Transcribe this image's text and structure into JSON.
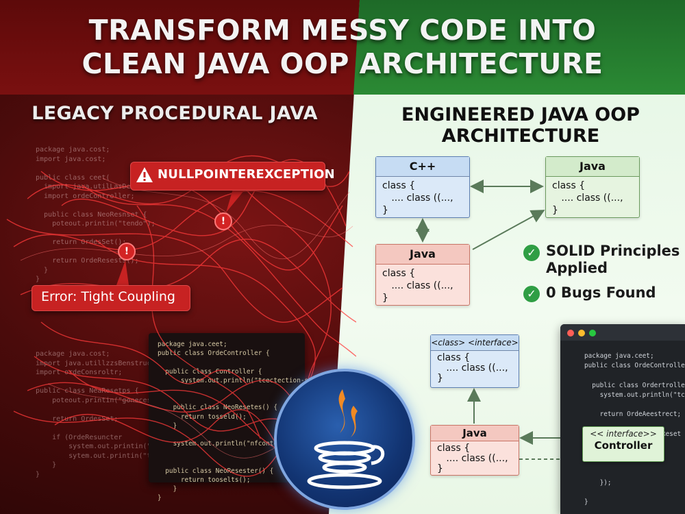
{
  "title": {
    "line1": "TRANSFORM MESSY CODE INTO",
    "line2": "CLEAN JAVA OOP ARCHITECTURE"
  },
  "colors": {
    "left_bg": "#7a1414",
    "right_bg": "#e3f6e3",
    "error_red": "#c72222",
    "success_green": "#2f9e44"
  },
  "left": {
    "heading": "LEGACY PROCEDURAL JAVA",
    "messy_code_top": "package java.cost;\nimport java.cost;\n\npublic class ceet(\n  import java.utilLasDenstr\n  import ordeController;\n\n  public class NeoResnset {\n    poteout.printin(\"tendo\");\n\n    return OrdesSet();\n\n    return OrdeResests();\n  }\n}",
    "messy_code_bottom": "package java.cost;\nimport java.utillzzsBenstructor\nimport ordeConsroltr;\n\npublic class NeaResetps {\n    poteout.printin(\"gonecest\");\n\n    return OrdesSet;\n\n    if (OrdeResuncter\n        system.out.printin(\"tuo\")\n        sytem.out.printin(\"tuoe\")\n    }\n}",
    "code_panel": "package java.ceet;\npublic class OrdeController {\n\n  public class Controller {\n      system.out.println(\"tcectection-s\");\n\n\n    public class NeoResetes() {\n      return tosseld();\n    }\n\n    system.out.println(\"nfcontecte\");\n\n\n  public class NeoResester() {\n      return tooselts();\n    }\n}",
    "npe_label": "NULLPOINTEREXCEPTION",
    "npe_icon": "warning-triangle-icon",
    "coupling_label": "Error: Tight Coupling",
    "error_dot_glyph": "!"
  },
  "right": {
    "heading_line1": "ENGINEERED JAVA OOP",
    "heading_line2": "ARCHITECTURE",
    "uml": {
      "cpp": {
        "title": "C++",
        "body": "class {\n   .... class ((...,\n}"
      },
      "java_top": {
        "title": "Java",
        "body": "class {\n   .... class ((...,\n}"
      },
      "java_mid": {
        "title": "Java",
        "body": "class {\n   .... class ((...,\n}"
      },
      "interface": {
        "title": "<class> <interface>",
        "body": "class {\n   .... class ((...,\n}"
      },
      "java_bottom": {
        "title": "Java",
        "body": "class {\n   .... class ((...,\n}"
      }
    },
    "badges": {
      "solid": "SOLID Principles Applied",
      "bugs": "0 Bugs Found",
      "icon": "check-circle-icon",
      "glyph": "✓"
    },
    "ide_code": "package java.ceet;\npublic class OrdeController {\n\n  public class Ordertroller {\n    system.out.println(\"tcecte\n\n    return OrdeAeestrect;\n\n    public class NeoReset {\n\n\n\n\n    });\n\n}",
    "controller": {
      "stereotype": "<< interface>>",
      "label": "Controller"
    }
  },
  "logo": "java-coffee-cup-logo"
}
